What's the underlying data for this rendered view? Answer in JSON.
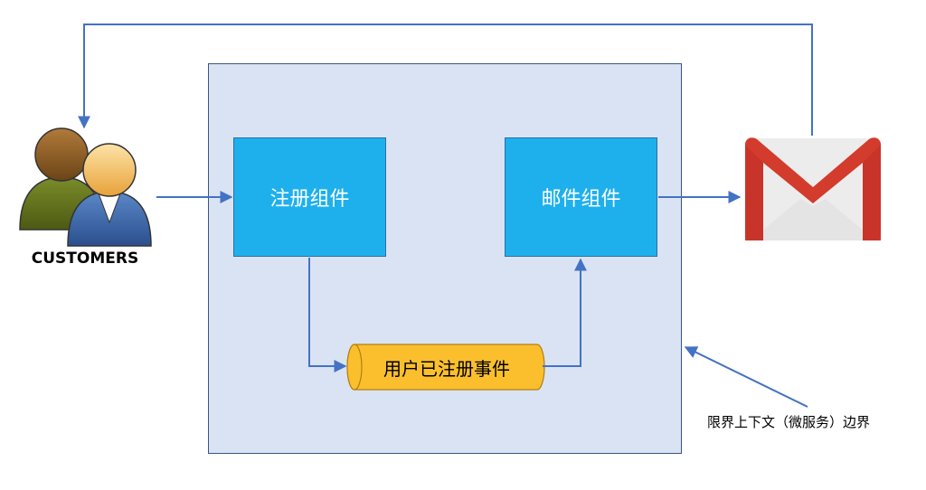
{
  "components": {
    "registration": "注册组件",
    "email": "邮件组件"
  },
  "event": {
    "label": "用户已注册事件"
  },
  "actors": {
    "customers": "CUSTOMERS"
  },
  "boundary": {
    "note": "限界上下文（微服务）边界"
  },
  "icons": {
    "mail": "gmail-icon",
    "customers": "customers-icon"
  },
  "colors": {
    "boundary_fill": "#dae3f3",
    "component_fill": "#1eb0ed",
    "event_fill": "#fbbf2e",
    "arrow": "#4472c4"
  }
}
